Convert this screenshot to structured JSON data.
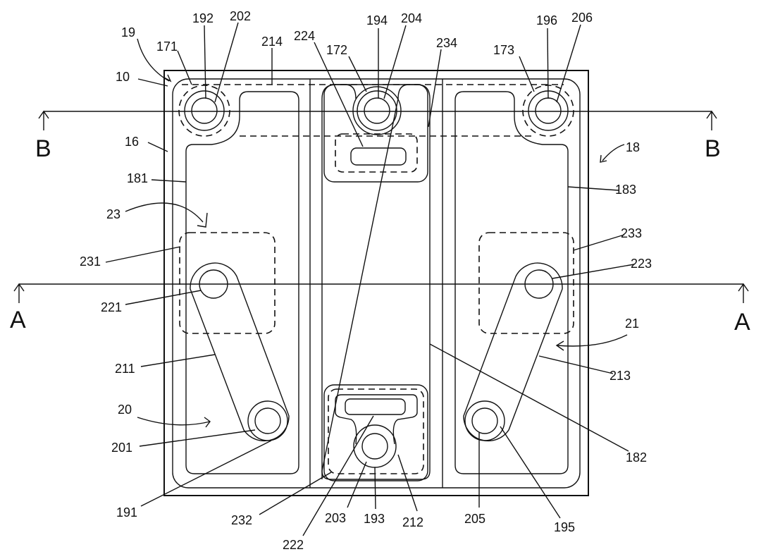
{
  "labels": {
    "l19": "19",
    "l171": "171",
    "l192": "192",
    "l202": "202",
    "l214": "214",
    "l224": "224",
    "l172": "172",
    "l194": "194",
    "l204": "204",
    "l234": "234",
    "l173": "173",
    "l196": "196",
    "l206": "206",
    "l10": "10",
    "l16": "16",
    "l18": "18",
    "l181": "181",
    "l183": "183",
    "l23": "23",
    "l231": "231",
    "l233": "233",
    "l223": "223",
    "l221": "221",
    "l21": "21",
    "l211": "211",
    "l213": "213",
    "l20": "20",
    "l201": "201",
    "l182": "182",
    "l191": "191",
    "l232": "232",
    "l203": "203",
    "l193": "193",
    "l212": "212",
    "l205": "205",
    "l195": "195",
    "l222": "222"
  },
  "sections": {
    "b_left": "B",
    "b_right": "B",
    "a_left": "A",
    "a_right": "A"
  }
}
